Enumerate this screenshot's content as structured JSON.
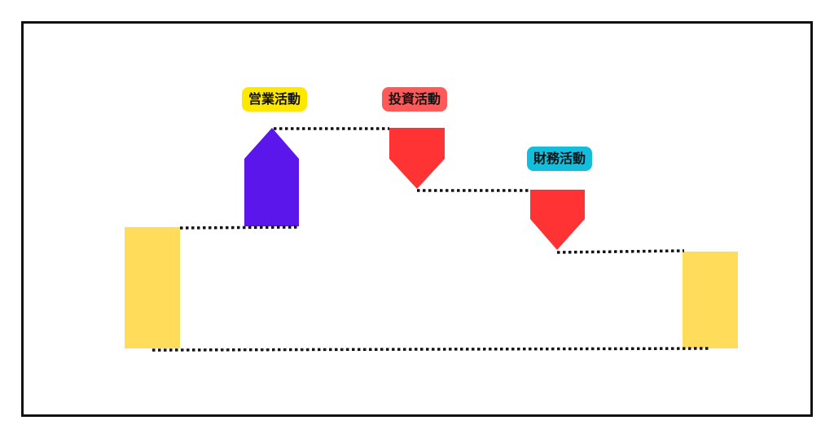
{
  "diagram": {
    "labels": {
      "operating": "営業活動",
      "investing": "投資活動",
      "financing": "財務活動"
    },
    "colors": {
      "cash_balance": "#FFDC5A",
      "operating": "#5B16EC",
      "investing": "#FF3333",
      "financing": "#FF3333",
      "operating_label_bg": "#FFE800",
      "investing_label_bg": "#FF5A5A",
      "financing_label_bg": "#12BEDB"
    }
  }
}
